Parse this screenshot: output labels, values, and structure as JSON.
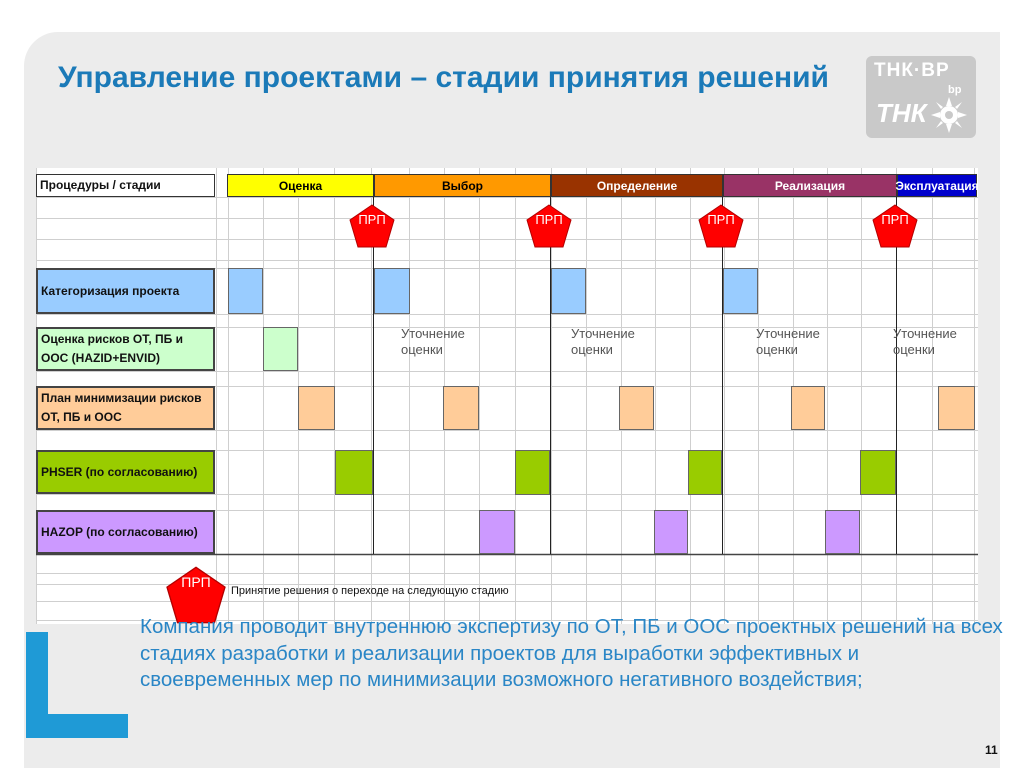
{
  "slide": {
    "title": "Управление проектами – стадии принятия решений",
    "page_number": "11"
  },
  "logo": {
    "top_text": "ТНК·ВР",
    "small_text": "bp",
    "mark_text": "ТНК"
  },
  "table": {
    "header_label": "Процедуры / стадии",
    "stages": [
      {
        "label": "Оценка",
        "color": "#ffff00",
        "text_color": "#000000"
      },
      {
        "label": "Выбор",
        "color": "#ff9900",
        "text_color": "#000000"
      },
      {
        "label": "Определение",
        "color": "#993300",
        "text_color": "#ffffff"
      },
      {
        "label": "Реализация",
        "color": "#993366",
        "text_color": "#ffffff"
      },
      {
        "label": "Эксплуатация",
        "color": "#0000cc",
        "text_color": "#ffffff"
      }
    ],
    "procedures": [
      {
        "label": "Категоризация проекта",
        "color": "#99ccff"
      },
      {
        "label": "Оценка рисков ОТ, ПБ и ООС (HAZID+ENVID)",
        "color": "#ccffcc"
      },
      {
        "label": "План  минимизации рисков ОТ, ПБ и ООС",
        "color": "#ffcc99"
      },
      {
        "label": "PHSER (по согласованию)",
        "color": "#99cc00"
      },
      {
        "label": "HAZOP (по согласованию)",
        "color": "#cc99ff"
      }
    ],
    "gate_label": "ПРП",
    "refine_note": "Уточнение оценки",
    "legend_text": "Принятие решения о переходе на следующую стадию"
  },
  "body_text": "Компания проводит внутреннюю экспертизу по ОТ, ПБ и ООС проектных решений на всех стадиях разработки и реализации проектов для выработки эффективных и своевременных мер по минимизации возможного негативного воздействия;",
  "colors": {
    "title": "#1b7ab8",
    "body_text": "#2a86c6",
    "gate": "#ff0000",
    "accent_l": "#1f9ad6"
  }
}
